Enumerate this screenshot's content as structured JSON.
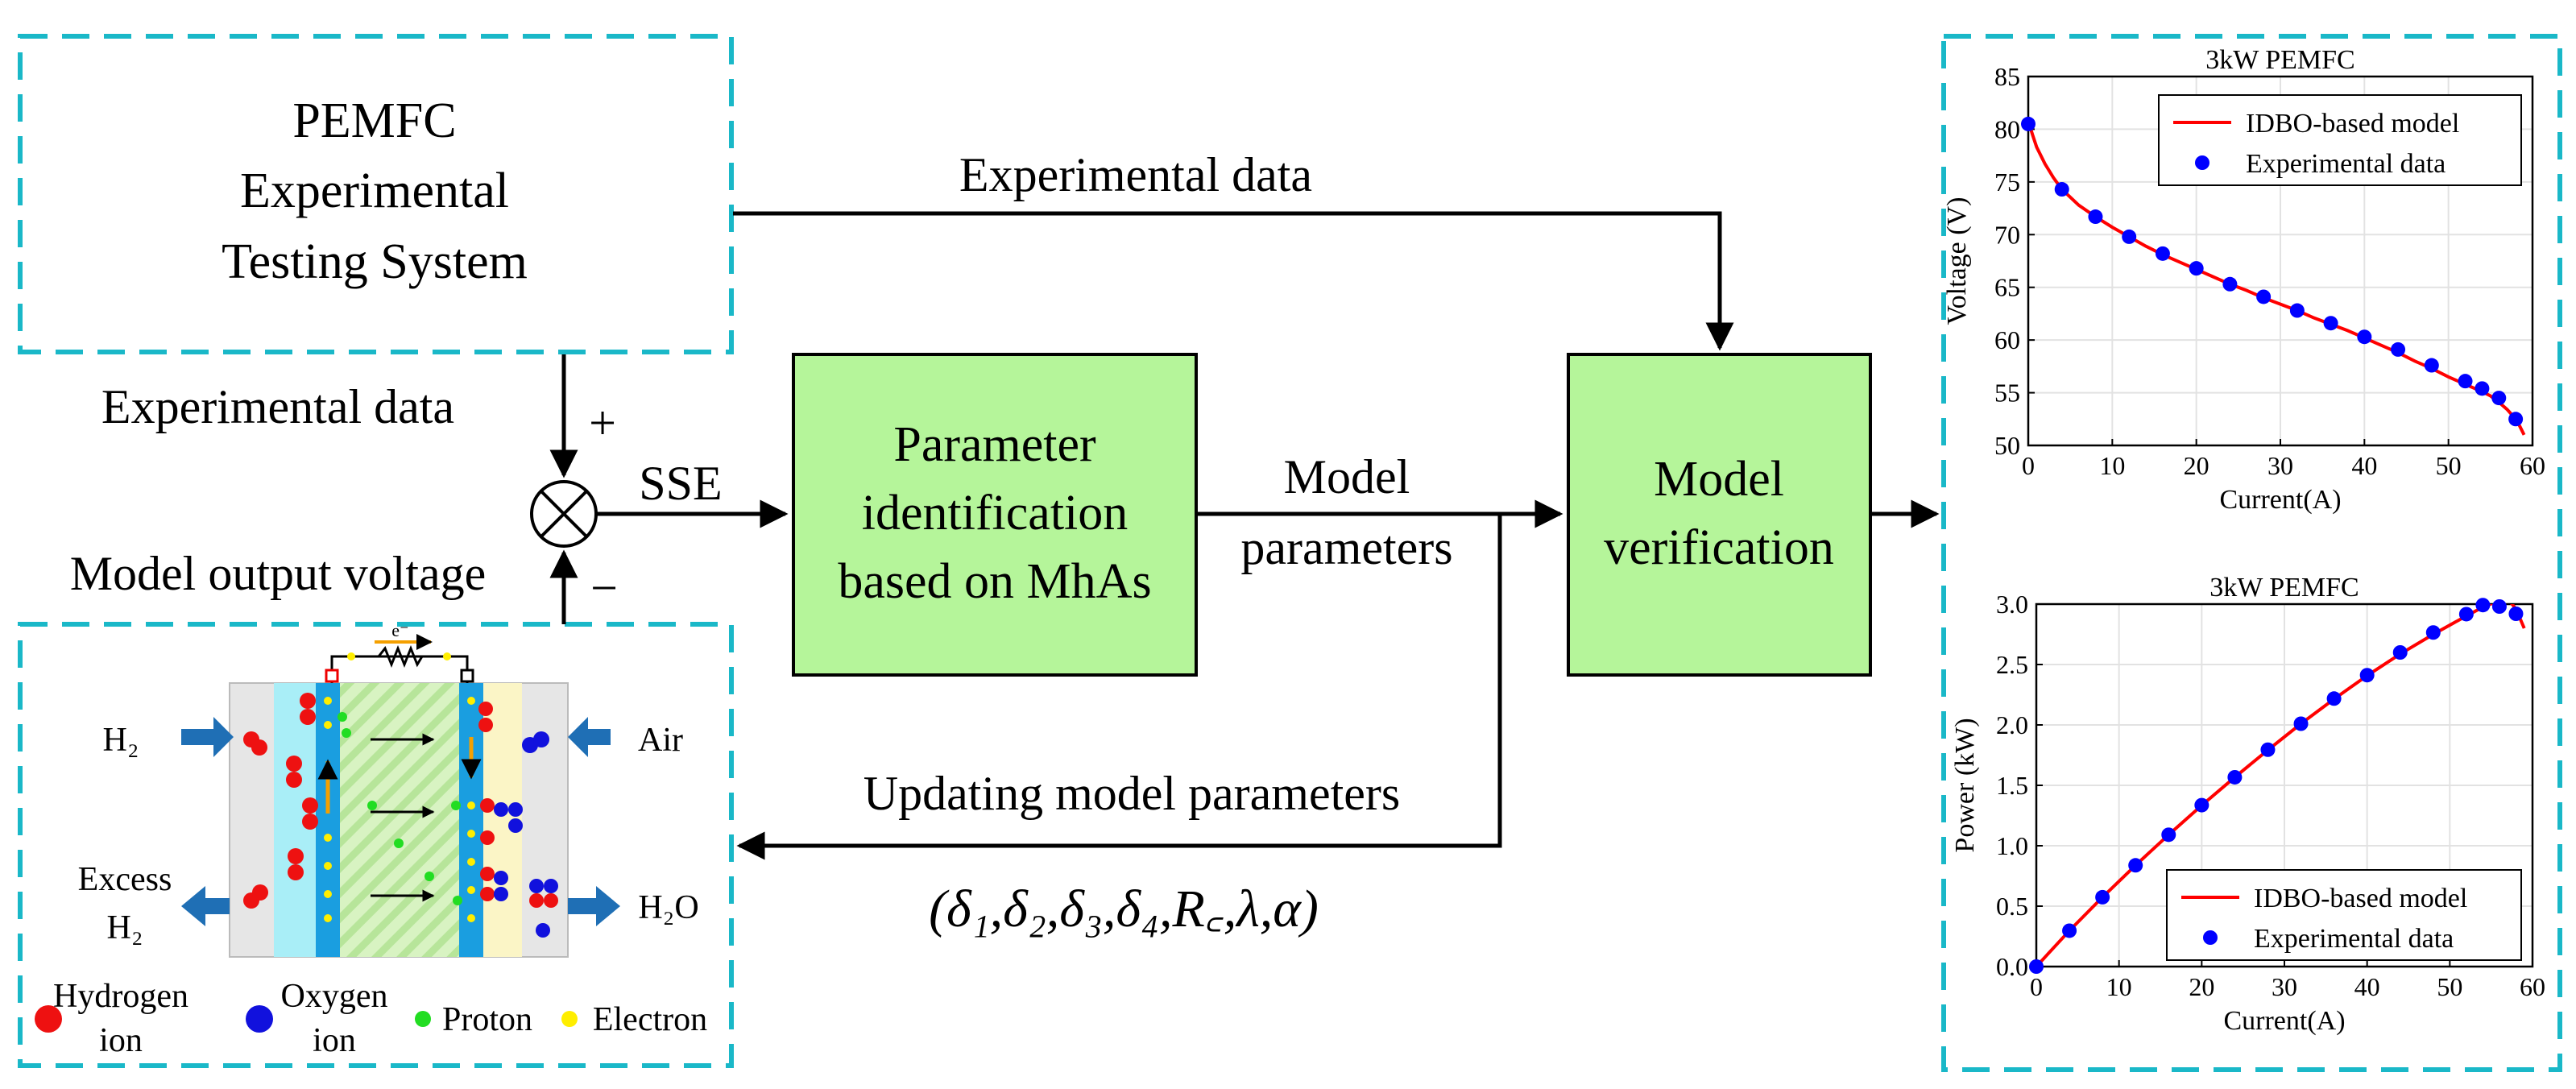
{
  "colors": {
    "dashed_border": "#1ab8c8",
    "green_box": "#b5f59a",
    "model_line": "#ff0000",
    "exp_points": "#0000ff",
    "hydrogen": "#ee1111",
    "oxygen": "#1111dd",
    "proton": "#22dd22",
    "electron": "#ffee00",
    "gas_arrow": "#1f6fb5",
    "membrane": "#1a9ee0"
  },
  "exp_system": {
    "line1": "PEMFC",
    "line2": "Experimental",
    "line3": "Testing System"
  },
  "labels": {
    "experimental_data_top": "Experimental data",
    "experimental_data_left": "Experimental data",
    "model_output_voltage": "Model output voltage",
    "sse": "SSE",
    "plus": "+",
    "minus": "−",
    "model_parameters_1": "Model",
    "model_parameters_2": "parameters",
    "updating": "Updating model parameters",
    "params_formula": "(δ₁,δ₂,δ₃,δ₄,R꜀,λ,α)"
  },
  "boxes": {
    "param_id": {
      "line1": "Parameter",
      "line2": "identification",
      "line3": "based on MhAs"
    },
    "model_verif": {
      "line1": "Model",
      "line2": "verification"
    }
  },
  "fuel_cell": {
    "electron_sym": "e⁻",
    "h2_in": "H₂",
    "air": "Air",
    "excess_1": "Excess",
    "excess_2": "H₂",
    "h2o": "H₂O",
    "legend": [
      {
        "name": "hydrogen-ion",
        "line1": "Hydrogen",
        "line2": "ion"
      },
      {
        "name": "oxygen-ion",
        "line1": "Oxygen",
        "line2": "ion"
      },
      {
        "name": "proton",
        "line1": "Proton",
        "line2": ""
      },
      {
        "name": "electron",
        "line1": "Electron",
        "line2": ""
      }
    ]
  },
  "chart_data": [
    {
      "type": "line",
      "title": "3kW PEMFC",
      "xlabel": "Current(A)",
      "ylabel": "Voltage (V)",
      "xlim": [
        0,
        60
      ],
      "ylim": [
        50,
        85
      ],
      "xticks": [
        "0",
        "10",
        "20",
        "30",
        "40",
        "50",
        "60"
      ],
      "yticks": [
        "50",
        "55",
        "60",
        "65",
        "70",
        "75",
        "80",
        "85"
      ],
      "grid": true,
      "legend_position": "top-right",
      "series": [
        {
          "name": "IDBO-based model",
          "style": "line",
          "x": [
            0,
            0.5,
            1,
            2,
            3,
            4,
            6,
            8,
            10,
            12,
            14,
            16,
            18,
            20,
            22,
            24,
            26,
            28,
            30,
            32,
            34,
            36,
            38,
            40,
            42,
            44,
            46,
            48,
            50,
            52,
            54,
            55,
            56,
            57,
            58,
            58.5,
            59
          ],
          "y": [
            80.8,
            79.5,
            78.3,
            76.7,
            75.4,
            74.3,
            72.8,
            71.7,
            70.7,
            69.8,
            68.9,
            68.1,
            67.4,
            66.7,
            66.0,
            65.3,
            64.7,
            64.0,
            63.4,
            62.8,
            62.1,
            61.5,
            60.9,
            60.2,
            59.5,
            58.8,
            58.0,
            57.3,
            56.5,
            55.8,
            55.1,
            54.7,
            54.1,
            53.4,
            52.5,
            51.8,
            51.0
          ]
        },
        {
          "name": "Experimental data",
          "style": "points",
          "x": [
            0,
            4,
            8,
            12,
            16,
            20,
            24,
            28,
            32,
            36,
            40,
            44,
            48,
            52,
            54,
            56,
            58
          ],
          "y": [
            80.5,
            74.3,
            71.7,
            69.8,
            68.2,
            66.8,
            65.3,
            64.1,
            62.8,
            61.6,
            60.3,
            59.1,
            57.6,
            56.1,
            55.4,
            54.5,
            52.5
          ]
        }
      ]
    },
    {
      "type": "line",
      "title": "3kW PEMFC",
      "xlabel": "Current(A)",
      "ylabel": "Power (kW)",
      "xlim": [
        0,
        60
      ],
      "ylim": [
        0,
        3.0
      ],
      "xticks": [
        "0",
        "10",
        "20",
        "30",
        "40",
        "50",
        "60"
      ],
      "yticks": [
        "0.0",
        "0.5",
        "1.0",
        "1.5",
        "2.0",
        "2.5",
        "3.0"
      ],
      "grid": true,
      "legend_position": "bottom-right",
      "series": [
        {
          "name": "IDBO-based model",
          "style": "line",
          "x": [
            0,
            4,
            8,
            12,
            16,
            20,
            24,
            28,
            32,
            36,
            40,
            44,
            48,
            52,
            54,
            56,
            57,
            58,
            59
          ],
          "y": [
            0,
            0.297,
            0.574,
            0.838,
            1.091,
            1.334,
            1.567,
            1.792,
            2.01,
            2.214,
            2.408,
            2.587,
            2.75,
            2.902,
            2.975,
            3.03,
            3.045,
            2.96,
            2.8
          ]
        },
        {
          "name": "Experimental data",
          "style": "points",
          "x": [
            0,
            4,
            8,
            12,
            16,
            20,
            24,
            28,
            32,
            36,
            40,
            44,
            48,
            52,
            54,
            56,
            58
          ],
          "y": [
            0,
            0.297,
            0.574,
            0.838,
            1.091,
            1.336,
            1.567,
            1.795,
            2.01,
            2.218,
            2.412,
            2.6,
            2.765,
            2.917,
            2.992,
            2.98,
            2.92
          ]
        }
      ]
    }
  ]
}
